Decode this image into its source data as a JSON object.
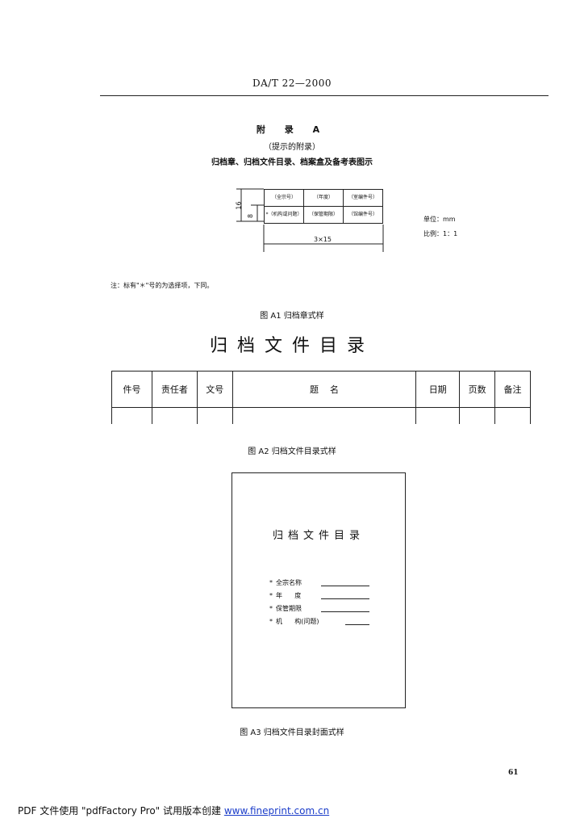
{
  "header": {
    "code": "DA/T 22—2000"
  },
  "appendix": {
    "title": "附 录 A",
    "subtitle": "（提示的附录）",
    "heading": "归档章、归档文件目录、档案盒及备考表图示"
  },
  "stamp": {
    "cells": [
      "（全宗号）",
      "（年度）",
      "（室编件号）",
      "*（机构或问题）",
      "（保管期限）",
      "（馆编件号）"
    ],
    "height_label": "16",
    "row_label": "8",
    "width_label": "3×15",
    "unit": "单位：mm",
    "scale": "比例：1：1"
  },
  "note": "注：标有\"＊\"号的为选择项，下同。",
  "captions": {
    "a1": "图 A1   归档章式样",
    "a2": "图 A2   归档文件目录式样",
    "a3": "图 A3   归档文件目录封面式样"
  },
  "catalog": {
    "title": "归档文件目录",
    "columns": [
      "件号",
      "责任者",
      "文号",
      "题    名",
      "日期",
      "页数",
      "备注"
    ]
  },
  "cover": {
    "title": "归档文件目录",
    "fields": [
      {
        "bullet": "*",
        "label": "全宗名称"
      },
      {
        "bullet": "*",
        "label": "年      度"
      },
      {
        "bullet": "*",
        "label": "保管期限"
      },
      {
        "bullet": "*",
        "label": "机      构(问题)"
      }
    ]
  },
  "page_number": "61",
  "footer": {
    "text": "PDF 文件使用 \"pdfFactory Pro\" 试用版本创建 ",
    "link": "www.fineprint.com.cn"
  }
}
